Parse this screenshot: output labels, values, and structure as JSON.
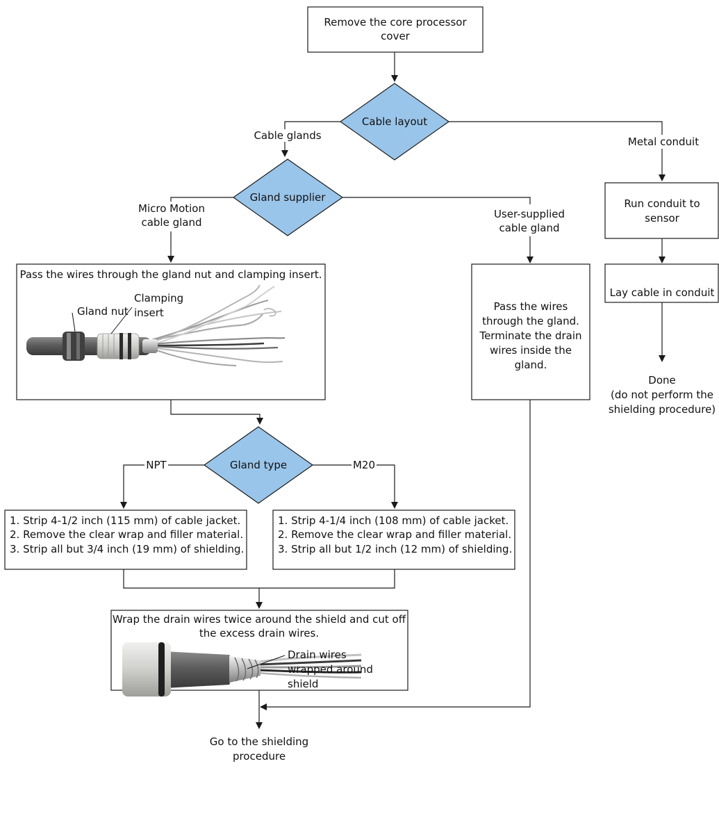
{
  "start_box": {
    "line1": "Remove the core processor",
    "line2": "cover"
  },
  "decision_cable_layout": "Cable layout",
  "branch_cable_glands": "Cable glands",
  "branch_metal_conduit": "Metal conduit",
  "decision_gland_supplier": "Gland supplier",
  "branch_micro_motion": {
    "line1": "Micro Motion",
    "line2": "cable gland"
  },
  "branch_user_supplied": {
    "line1": "User-supplied",
    "line2": "cable gland"
  },
  "run_conduit_box": {
    "line1": "Run conduit to",
    "line2": "sensor"
  },
  "lay_cable_box": "Lay cable in conduit",
  "done_text": {
    "line1": "Done",
    "line2": "(do not perform the",
    "line3": "shielding procedure)"
  },
  "pass_wires_box": {
    "title": "Pass the wires through the gland nut and clamping insert.",
    "label_gland_nut": "Gland nut",
    "label_clamping": {
      "line1": "Clamping",
      "line2": "insert"
    }
  },
  "user_gland_box": {
    "line1": "Pass the wires",
    "line2": "through the gland.",
    "line3": "Terminate the drain",
    "line4": "wires inside the",
    "line5": "gland."
  },
  "decision_gland_type": "Gland type",
  "branch_npt": "NPT",
  "branch_m20": "M20",
  "npt_steps": [
    "1.  Strip 4-1/2 inch (115 mm) of cable jacket.",
    "2.  Remove the clear wrap and filler material.",
    "3.  Strip all but 3/4 inch (19 mm) of shielding."
  ],
  "m20_steps": [
    "1.  Strip 4-1/4 inch (108 mm) of cable jacket.",
    "2.  Remove the clear wrap and filler material.",
    "3.  Strip all but 1/2 inch (12 mm) of shielding."
  ],
  "wrap_box": {
    "line1": "Wrap the drain wires twice around the shield and cut off",
    "line2": "the excess drain wires.",
    "label_drain": {
      "line1": "Drain wires",
      "line2": "wrapped around",
      "line3": "shield"
    }
  },
  "end_text": {
    "line1": "Go to the shielding",
    "line2": "procedure"
  },
  "colors": {
    "decision_fill": "#9ac5ea",
    "line": "#1a1a1a"
  }
}
